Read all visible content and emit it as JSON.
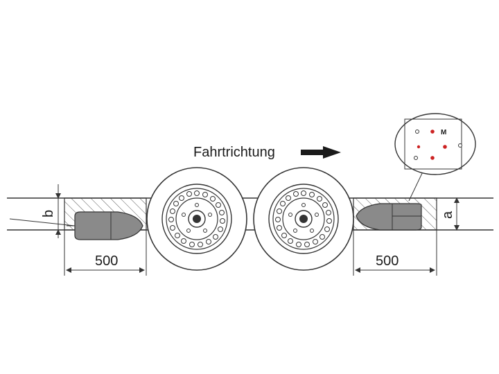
{
  "diagram": {
    "direction_label": "Fahrtrichtung",
    "left_distance": "500",
    "right_distance": "500",
    "dim_b": "b",
    "dim_a": "a",
    "inset_label": "M",
    "colors": {
      "line": "#333333",
      "hatch": "#555555",
      "sensor_fill": "#8a8a8a",
      "sensor_red": "#cc2222",
      "arrow": "#1a1a1a"
    }
  }
}
